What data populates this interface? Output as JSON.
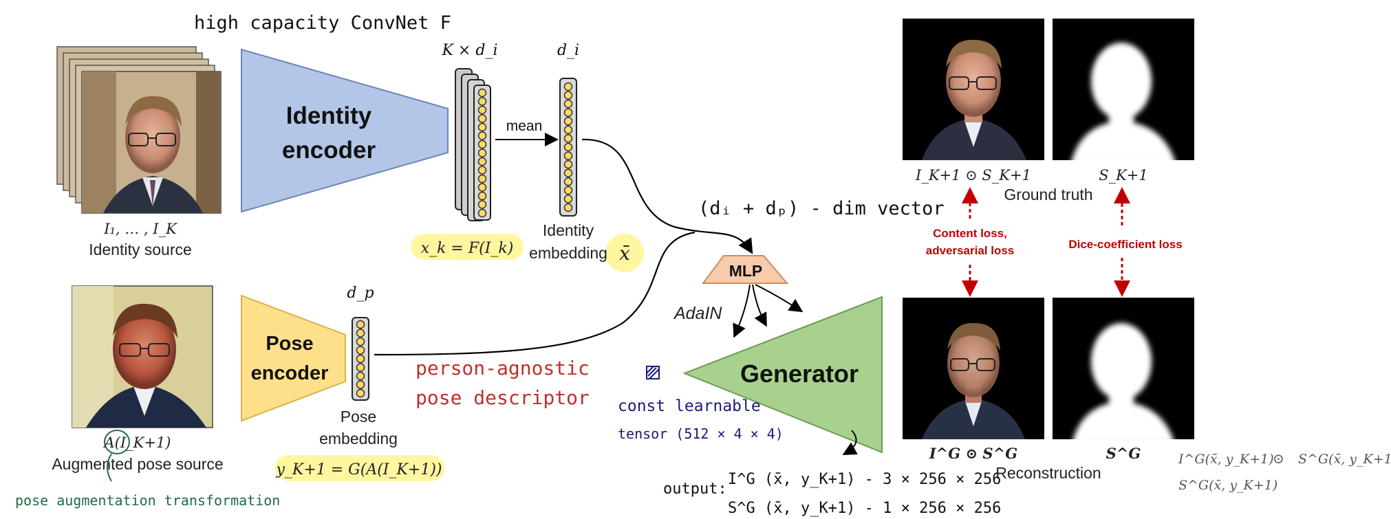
{
  "header": {
    "convnet_note": "high capacity ConvNet F"
  },
  "identity_branch": {
    "source_sub": "I₁, … , I_K",
    "source_label": "Identity source",
    "encoder_line1": "Identity",
    "encoder_line2": "encoder",
    "stack_dim": "K × d_i",
    "mean_label": "mean",
    "embed_dim": "d_i",
    "embed_label1": "Identity",
    "embed_label2": "embedding",
    "embed_symbol": "x̄",
    "formula": "x_k = F(I_k)"
  },
  "pose_branch": {
    "source_sub": "A(I_K+1)",
    "source_label": "Augmented pose source",
    "augment_note": "pose augmentation transformation",
    "encoder_line1": "Pose",
    "encoder_line2": "encoder",
    "embed_dim": "d_p",
    "embed_label1": "Pose",
    "embed_label2": "embedding",
    "formula": "y_K+1 = G(A(I_K+1))",
    "descriptor_line1": "person-agnostic",
    "descriptor_line2": "pose descriptor"
  },
  "generator": {
    "vector_note": "(dᵢ + dₚ) - dim vector",
    "mlp_label": "MLP",
    "adain_label": "AdaIN",
    "generator_label": "Generator",
    "const_line1": "const learnable",
    "const_line2": "tensor (512 × 4 × 4)",
    "output_prefix": "output:",
    "output_line1": "I^G (x̄, y_K+1)  - 3 × 256 × 256",
    "output_line2": "S^G (x̄, y_K+1)  - 1 × 256 × 256"
  },
  "targets": {
    "gt_image_label": "I_K+1 ⊙ S_K+1",
    "gt_mask_label": "S_K+1",
    "gt_title": "Ground truth",
    "content_loss_line1": "Content loss,",
    "content_loss_line2": "adversarial loss",
    "dice_loss": "Dice-coefficient loss",
    "rec_image_label": "I^G ⊙ S^G",
    "rec_mask_label": "S^G",
    "rec_title": "Reconstruction",
    "side_formula_1": "I^G(x̄, y_K+1)",
    "side_odot": "⊙",
    "side_formula_2": "S^G(x̄, y_K+1)",
    "side_formula_3": "S^G(x̄, y_K+1)"
  },
  "colors": {
    "identity_encoder": "#b4c6e7",
    "pose_encoder": "#ffe08a",
    "generator": "#a9d18e",
    "mlp": "#f8cbad",
    "loss_red": "#c00000",
    "hand_red": "#c0302a",
    "hand_blue": "#1a1a7a",
    "hand_green": "#1e6b47",
    "highlight": "#fff6a0"
  }
}
